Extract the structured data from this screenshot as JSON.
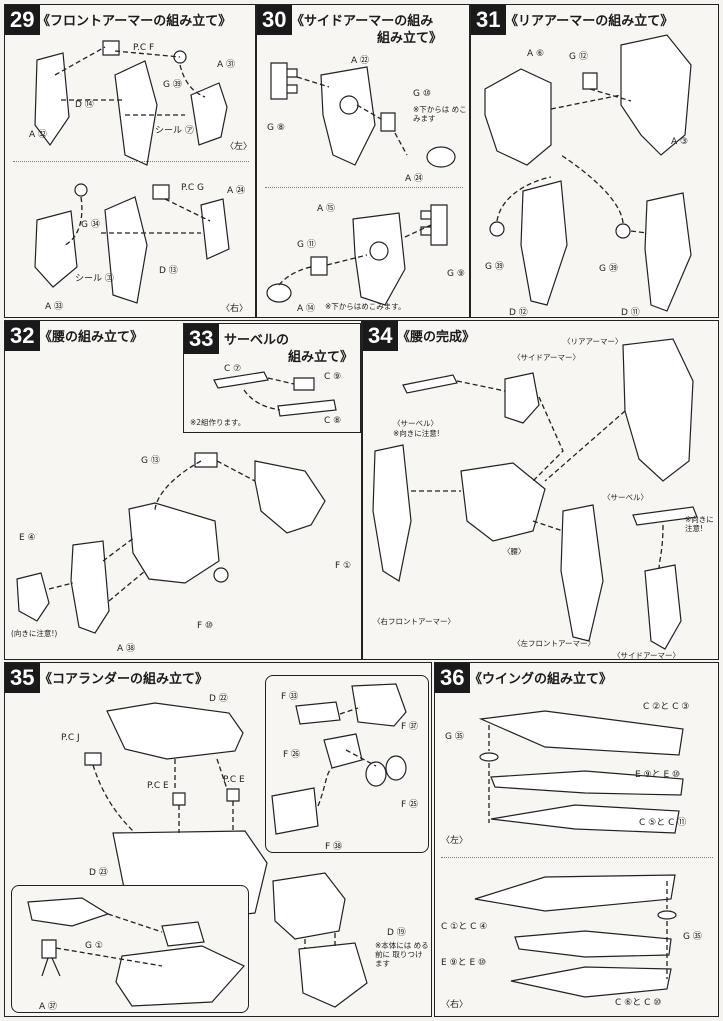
{
  "steps": {
    "s29": {
      "num": "29",
      "title": "《フロントアーマーの組み立て》",
      "labels": {
        "pcf": "P.C F",
        "pcg": "P.C G",
        "a31": "A ㉛",
        "a24": "A ㉔",
        "g39": "G ㊴",
        "g34": "G ㉞",
        "d14": "D ⑭",
        "d13": "D ⑬",
        "a32": "A ㉜",
        "a33": "A ㉝",
        "seal_a": "シール ㋐",
        "seal_b": "シール ㋓",
        "left": "〈左〉",
        "right": "〈右〉"
      }
    },
    "s30": {
      "num": "30",
      "title": "《サイドアーマーの組み",
      "title2": "組み立て》",
      "labels": {
        "a22": "A ㉒",
        "g8": "G ⑧",
        "g10": "G ⑩",
        "a24": "A ㉔",
        "a15": "A ⑮",
        "g11": "G ⑪",
        "g9": "G ⑨",
        "a14": "A ⑭"
      },
      "note1": "※下からは めこみます",
      "note2": "※下からはめこみます。"
    },
    "s31": {
      "num": "31",
      "title": "《リアアーマーの組み立て》",
      "labels": {
        "a6": "A ⑥",
        "g12": "G ⑫",
        "a3": "A ③",
        "g39a": "G ㊴",
        "g39b": "G ㊴",
        "d12": "D ⑫",
        "d11": "D ⑪"
      }
    },
    "s32": {
      "num": "32",
      "title": "《腰の組み立て》",
      "labels": {
        "g13": "G ⑬",
        "e4": "E ④",
        "f1": "F ①",
        "f10": "F ⑩",
        "a38": "A ㊳"
      },
      "note": "(向きに注意!)"
    },
    "s33": {
      "num": "33",
      "title": "サーベルの",
      "title2": "組み立て》",
      "labels": {
        "c7": "C ⑦",
        "c9": "C ⑨",
        "c8": "C ⑧"
      },
      "note": "※2組作ります。"
    },
    "s34": {
      "num": "34",
      "title": "《腰の完成》",
      "labels": {
        "side_armor": "〈サイドアーマー〉",
        "rear_armor": "〈リアアーマー〉",
        "saber": "〈サーベル〉",
        "waist": "〈腰〉",
        "right_front": "〈右フロントアーマー〉",
        "left_front": "〈左フロントアーマー〉",
        "saber2": "〈サーベル〉",
        "side_armor2": "〈サイドアーマー〉"
      },
      "note1": "※向きに注意!",
      "note2": "※向きに 注意!"
    },
    "s35": {
      "num": "35",
      "title": "《コアランダーの組み立て》",
      "labels": {
        "d22": "D ㉒",
        "pcj": "P.C J",
        "pce1": "P.C E",
        "pce2": "P.C E",
        "d23": "D ㉓",
        "g1": "G ①",
        "a37": "A ㊲",
        "f33": "F ㉝",
        "f37": "F ㊲",
        "f26": "F ㉖",
        "f25": "F ㉕",
        "f38": "F ㊳",
        "d19": "D ⑲"
      },
      "note": "※本体には める前に 取りつけ ます"
    },
    "s36": {
      "num": "36",
      "title": "《ウイングの組み立て》",
      "labels": {
        "c2c3": "C ②と C ③",
        "g35a": "G ㉟",
        "e9e10a": "E ⑨と E ⑩",
        "c5c11": "C ⑤と C ⑪",
        "left": "〈左〉",
        "c1c4": "C ①と C ④",
        "g35b": "G ㉟",
        "e9e10b": "E ⑨と E ⑩",
        "c6c10": "C ⑥と C ⑩",
        "right": "〈右〉"
      }
    }
  }
}
